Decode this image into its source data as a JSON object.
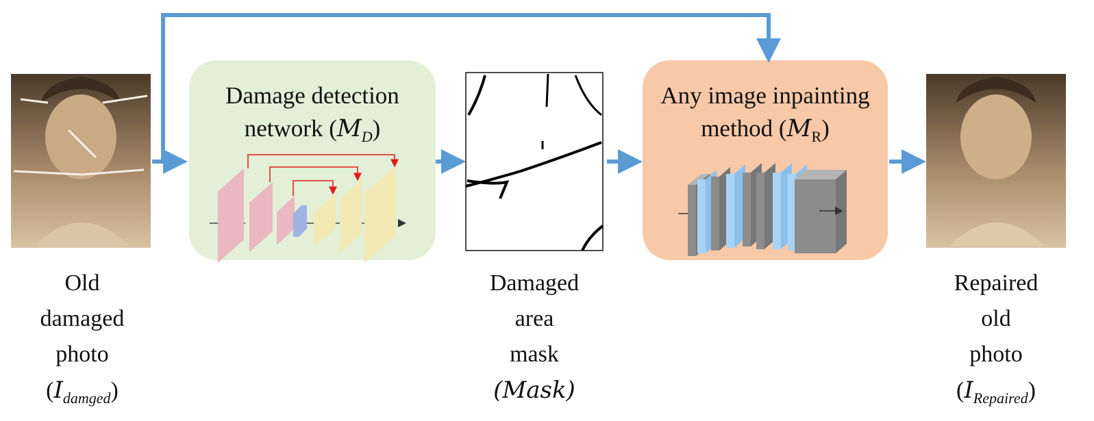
{
  "photo_in": {
    "caption_lines": [
      "Old",
      "damaged",
      "photo"
    ],
    "symbol": "I",
    "symbol_sub": "damged"
  },
  "detection": {
    "title_line1": "Damage detection",
    "title_line2": "network (",
    "symbol": "M",
    "symbol_sub": "D",
    "title_close": ")"
  },
  "mask": {
    "caption_lines": [
      "Damaged",
      "area",
      "mask"
    ],
    "symbol": "(Mask)"
  },
  "inpainting": {
    "title_line1": "Any image inpainting",
    "title_line2": "method (",
    "symbol": "M",
    "symbol_sub": "R",
    "title_close": ")"
  },
  "photo_out": {
    "caption_lines": [
      "Repaired",
      "old",
      "photo"
    ],
    "symbol": "I",
    "symbol_sub": "Repaired"
  },
  "colors": {
    "arrow": "#5b9bd5",
    "detection_box": "#e3efd6",
    "inpainting_box": "#f8c9a8",
    "encoder": "#e9b8c1",
    "decoder": "#f3e9b5",
    "bottleneck": "#9fb4e3",
    "skip": "#e01b1b",
    "layer_gray": "#8c8c8c",
    "layer_blue": "#a9d3f5"
  }
}
